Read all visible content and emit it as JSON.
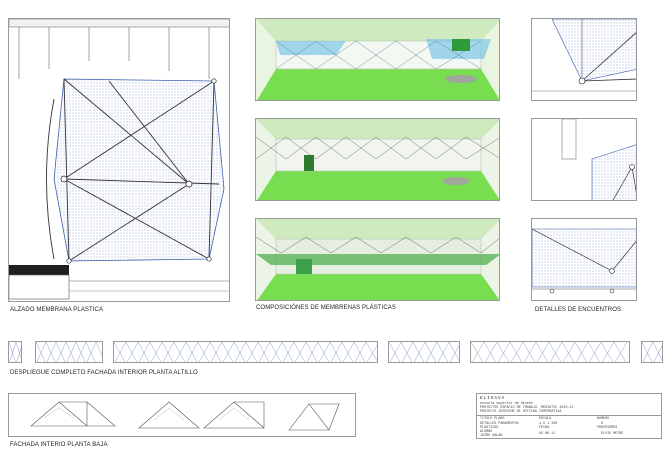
{
  "labels": {
    "alzado": "ALZADO MEMBRANA PLASTICA",
    "composiciones": "COMPOSICIÓNES DE MEMBRENAS PLÁSTICAS",
    "detalles": "DETALLES DE   ENCUENTROS",
    "despliegue": "DESPLIEGUE COMPLETO FACHADA INTERIOR PLANTA ALTILLO",
    "fachada": "FACHADA INTERIO PLANTA BAJA"
  },
  "title_block": {
    "school": "ELISAVA",
    "subtitle_lines": [
      "escuela superior de diseño",
      "PROYECTOS ESPACIO DE TRABAJO. MEDIATIC 2010-11",
      "PROYECTO INTERIOR DE OFICINA CORPORATIVA"
    ],
    "headers": {
      "plan_title": "TITULO PLANO",
      "scale": "ESCALA",
      "number": "NUMERO",
      "student": "ALUMNO",
      "date": "FECHA",
      "professor": "PROFESORES"
    },
    "values": {
      "plan_title": "DETALLES PARAMENTOS PLASTICAS",
      "scale": "1.5 1.100",
      "number": "8",
      "student": "JAIRO GALAN",
      "date": "02.06.11",
      "professor": "ELVIO MEIRE"
    }
  },
  "colors": {
    "green": "#78dd4f",
    "light_green": "#c6ecb4",
    "blue_line": "#3b5fb0",
    "frame": "#9a9a9a"
  }
}
